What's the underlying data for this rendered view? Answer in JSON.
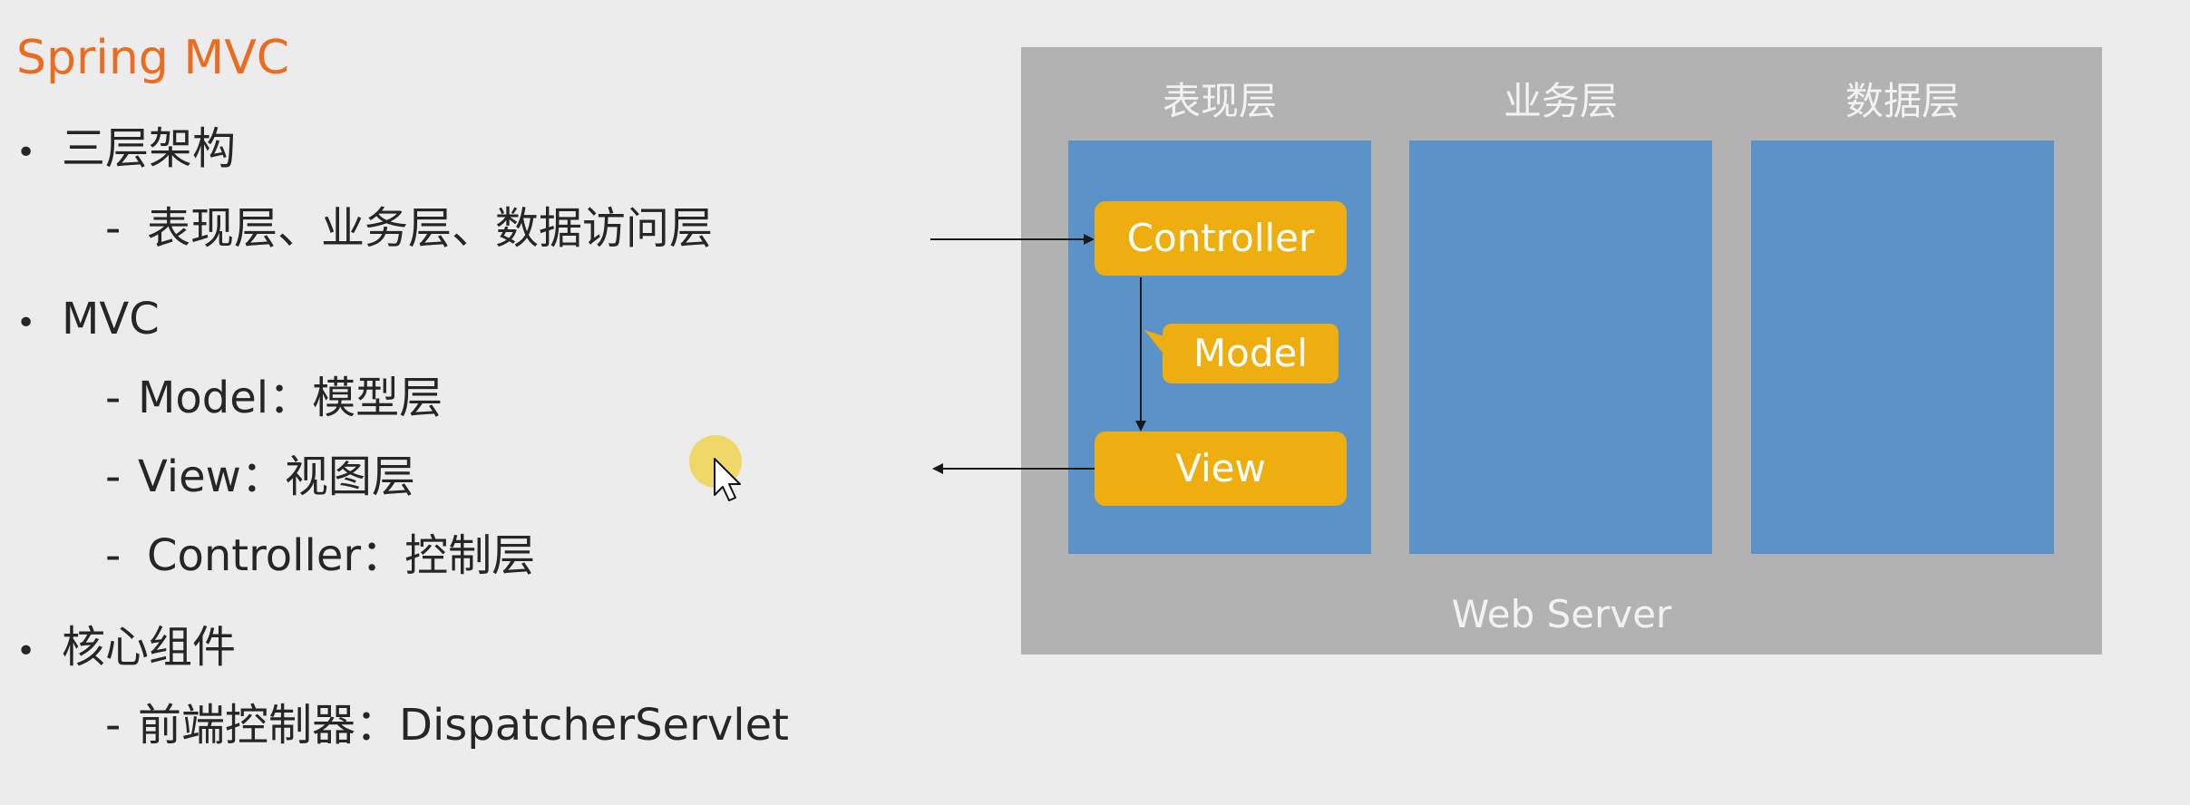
{
  "title": "Spring MVC",
  "bullets": [
    {
      "label": "三层架构",
      "subs": [
        "表现层、业务层、数据访问层"
      ]
    },
    {
      "label": "MVC",
      "subs": [
        "Model：模型层",
        "View：视图层",
        "Controller：控制层"
      ]
    },
    {
      "label": "核心组件",
      "subs": [
        "前端控制器：DispatcherServlet"
      ]
    }
  ],
  "diagram": {
    "container_label": "Web Server",
    "columns": [
      "表现层",
      "业务层",
      "数据层"
    ],
    "components": {
      "controller": "Controller",
      "model": "Model",
      "view": "View"
    },
    "colors": {
      "container": "#b2b2b2",
      "column": "#5b93c9",
      "component": "#eeae0f",
      "title": "#ec6c1f"
    }
  },
  "icons": {
    "bullet": "•",
    "dash": "-"
  }
}
